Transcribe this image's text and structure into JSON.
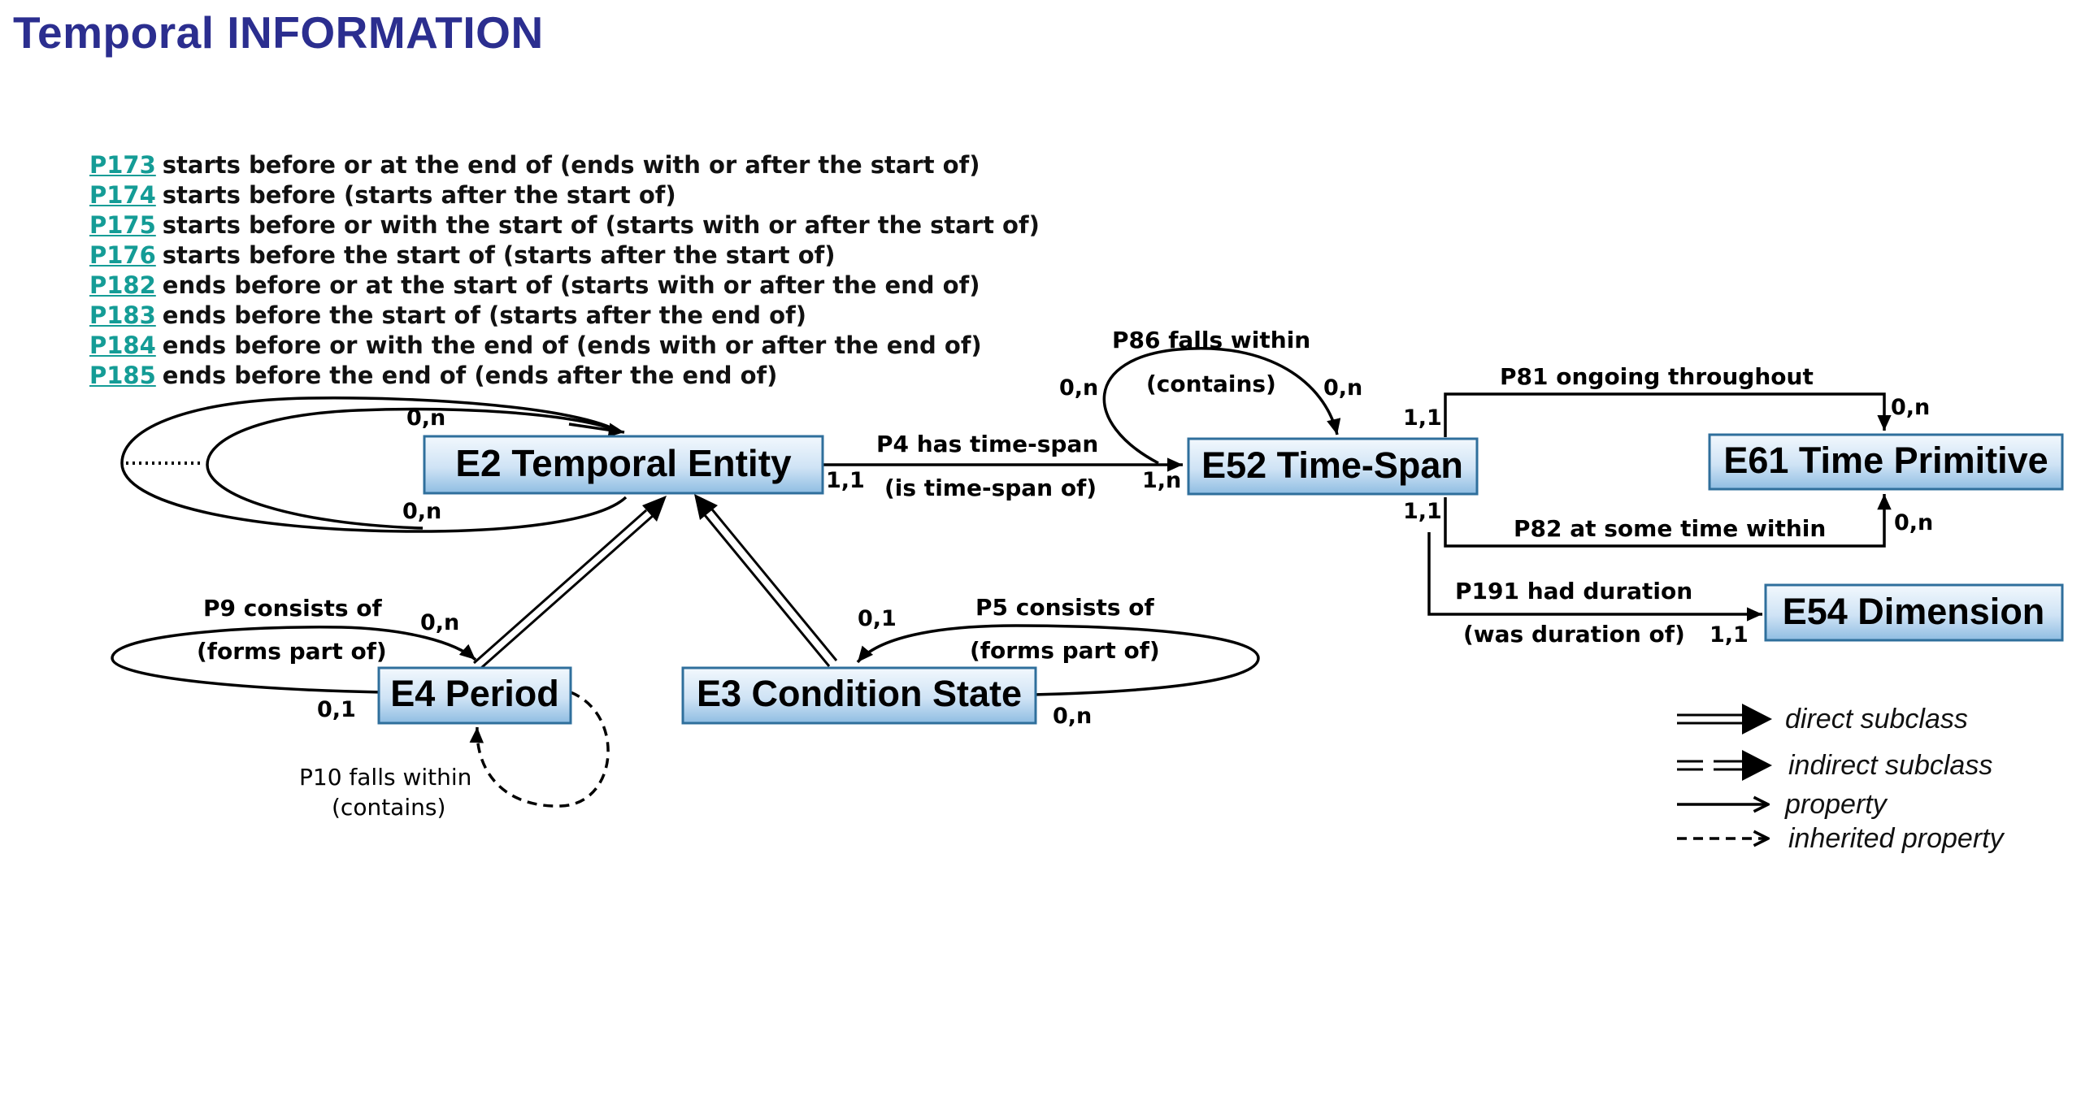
{
  "title": "Temporal INFORMATION",
  "properties_list": [
    {
      "code": "P173",
      "text": "starts before or at the end of (ends with or after the start of)"
    },
    {
      "code": "P174",
      "text": "starts before (starts after the start of)"
    },
    {
      "code": "P175",
      "text": "starts before or with the start of (starts with or after the start of)"
    },
    {
      "code": "P176",
      "text": "starts before the start of (starts after the start of)"
    },
    {
      "code": "P182",
      "text": "ends before or at the start of (starts with or after the end of)"
    },
    {
      "code": "P183",
      "text": "ends before the start of (starts after the end of)"
    },
    {
      "code": "P184",
      "text": "ends before or with the end of (ends with or after the end of)"
    },
    {
      "code": "P185",
      "text": "ends before the end of (ends after the end of)"
    }
  ],
  "classes": {
    "e2": "E2 Temporal Entity",
    "e52": "E52 Time-Span",
    "e61": "E61 Time Primitive",
    "e54": "E54 Dimension",
    "e4": "E4 Period",
    "e3": "E3 Condition State"
  },
  "relations": {
    "p4_forward": "P4 has time-span",
    "p4_inverse": "(is time-span of)",
    "p86_forward": "P86 falls within",
    "p86_inverse": "(contains)",
    "p81": "P81 ongoing  throughout",
    "p82": "P82 at some  time within",
    "p191_forward": "P191 had duration",
    "p191_inverse": "(was duration of)",
    "p9_forward": "P9 consists of",
    "p9_inverse": "(forms part of)",
    "p5_forward": "P5 consists of",
    "p5_inverse": "(forms part of)",
    "p10_forward": "P10 falls within",
    "p10_inverse": "(contains)"
  },
  "cardinalities": {
    "e2_loop_top": "0,n",
    "e2_loop_bottom": "0,n",
    "p4_source": "1,1",
    "p4_target": "1,n",
    "p86_left": "0,n",
    "p86_right": "0,n",
    "p81_source": "1,1",
    "p81_target": "0,n",
    "p82_source": "1,1",
    "p82_target": "0,n",
    "p191_target": "1,1",
    "p9_top": "0,n",
    "p9_bottom": "0,1",
    "p5_top": "0,1",
    "p5_bottom": "0,n"
  },
  "legend": {
    "direct_subclass": "direct subclass",
    "indirect_subclass": "indirect subclass",
    "property": "property",
    "inherited_property": "inherited property"
  }
}
